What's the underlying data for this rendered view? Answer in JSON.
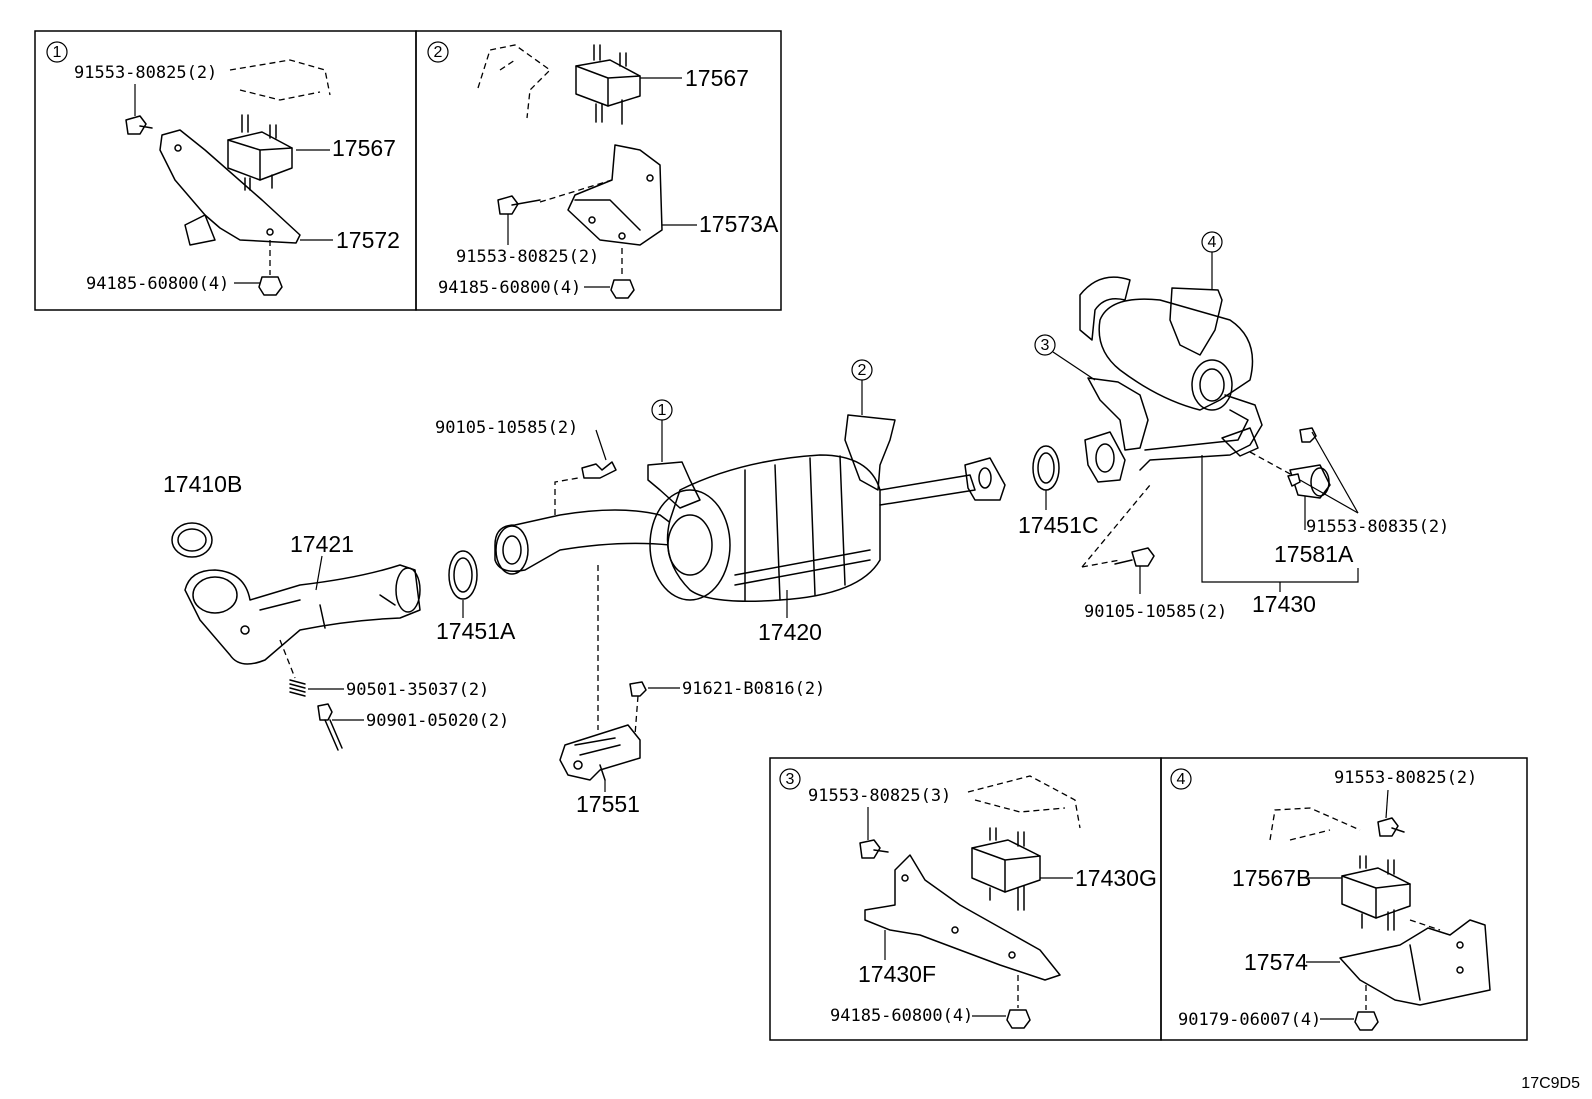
{
  "callouts": {
    "c1": "1",
    "c2": "2",
    "c3": "3",
    "c4": "4"
  },
  "box1": {
    "p1": "91553-80825(2)",
    "p2": "17567",
    "p3": "17572",
    "p4": "94185-60800(4)"
  },
  "box2": {
    "p1": "17567",
    "p2": "17573A",
    "p3": "91553-80825(2)",
    "p4": "94185-60800(4)"
  },
  "main": {
    "p17410B": "17410B",
    "p17421": "17421",
    "p90501": "90501-35037(2)",
    "p90901": "90901-05020(2)",
    "p17451A": "17451A",
    "p90105a": "90105-10585(2)",
    "p17420": "17420",
    "p91621": "91621-B0816(2)",
    "p17551": "17551",
    "p17451C": "17451C",
    "p90105b": "90105-10585(2)",
    "p91553_835": "91553-80835(2)",
    "p17581A": "17581A",
    "p17430": "17430"
  },
  "box3": {
    "p1": "91553-80825(3)",
    "p2": "17430G",
    "p3": "17430F",
    "p4": "94185-60800(4)"
  },
  "box4": {
    "p1": "91553-80825(2)",
    "p2": "17567B",
    "p3": "17574",
    "p4": "90179-06007(4)"
  },
  "diagram_code": "17C9D5"
}
